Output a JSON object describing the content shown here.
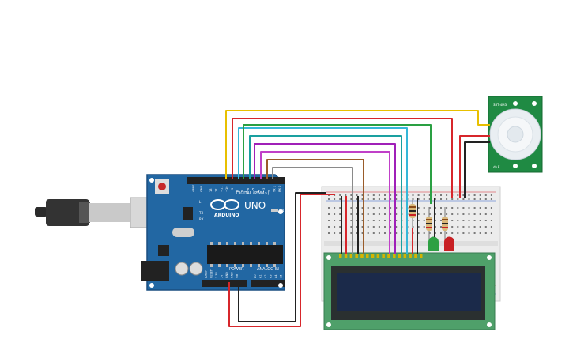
{
  "arduino": {
    "model_label": "UNO",
    "brand_label": "ARDUINO",
    "digital_label": "DIGITAL (PWM~)",
    "power_label": "POWER",
    "analog_label": "ANALOG IN",
    "aref_label": "AREF",
    "gnd_label": "GND",
    "led_l_label": "L",
    "tx_label": "TX",
    "rx_label": "RX",
    "on_label": "ON",
    "digital_pins": [
      "13",
      "12",
      "~11",
      "~10",
      "~9",
      "8",
      "7",
      "~6",
      "~5",
      "4",
      "~3",
      "2",
      "TX 1",
      "RX 0"
    ],
    "power_pins": [
      "IOREF",
      "RESET",
      "3.3V",
      "5V",
      "GND",
      "GND",
      "Vin"
    ],
    "analog_pins": [
      "A0",
      "A1",
      "A2",
      "A3",
      "A4",
      "A5"
    ]
  },
  "pir_sensor": {
    "label_top": "SST-4M3",
    "label_bottom": "dv.E"
  },
  "colors": {
    "board_blue": "#2267a3",
    "board_dark": "#1b4f80",
    "breadboard": "#ececec",
    "lcd_green": "#4fa06a",
    "lcd_screen": "#1b2a4a",
    "pir_green": "#1f8a43",
    "wire_red": "#d7262b",
    "wire_black": "#222222",
    "wire_yellow": "#e8c000",
    "wire_cyan": "#35b7d8",
    "wire_green": "#2aa043",
    "wire_purple": "#a020b8",
    "wire_grey": "#8a8a8a",
    "wire_brown": "#9a5c2a",
    "wire_teal": "#1aa0a0",
    "led_green": "#2ea043",
    "led_red": "#c82024"
  }
}
